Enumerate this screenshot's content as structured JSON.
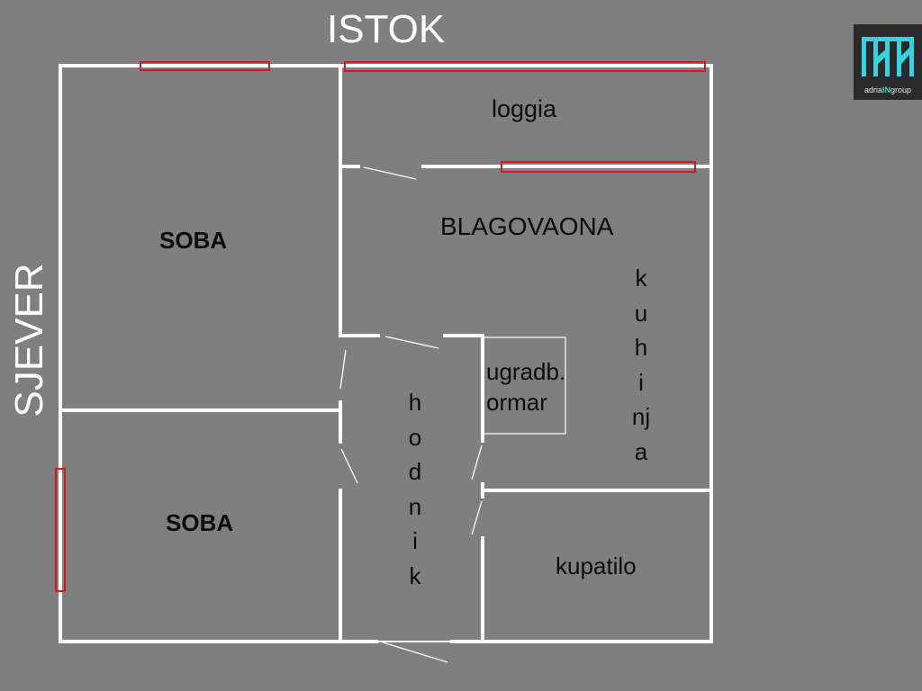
{
  "orientation": {
    "east": "ISTOK",
    "north": "SJEVER"
  },
  "rooms": {
    "loggia": "loggia",
    "room_top": "SOBA",
    "room_bottom": "SOBA",
    "dining": "BLAGOVAONA",
    "wardrobe": "ugradb. ormar",
    "hallway": [
      "h",
      "o",
      "d",
      "n",
      "i",
      "k"
    ],
    "kitchen": [
      "k",
      "u",
      "h",
      "i",
      "nj",
      "a"
    ],
    "bathroom": "kupatilo"
  },
  "logo": {
    "name": "adriaINgroup",
    "prefix": "adria",
    "highlight": "IN",
    "suffix": "group"
  },
  "colors": {
    "background": "#7f7f7f",
    "walls": "#ffffff",
    "windows": "#d21c1c",
    "logo_accent": "#37d2e0",
    "logo_bg": "#2a2a2a"
  }
}
